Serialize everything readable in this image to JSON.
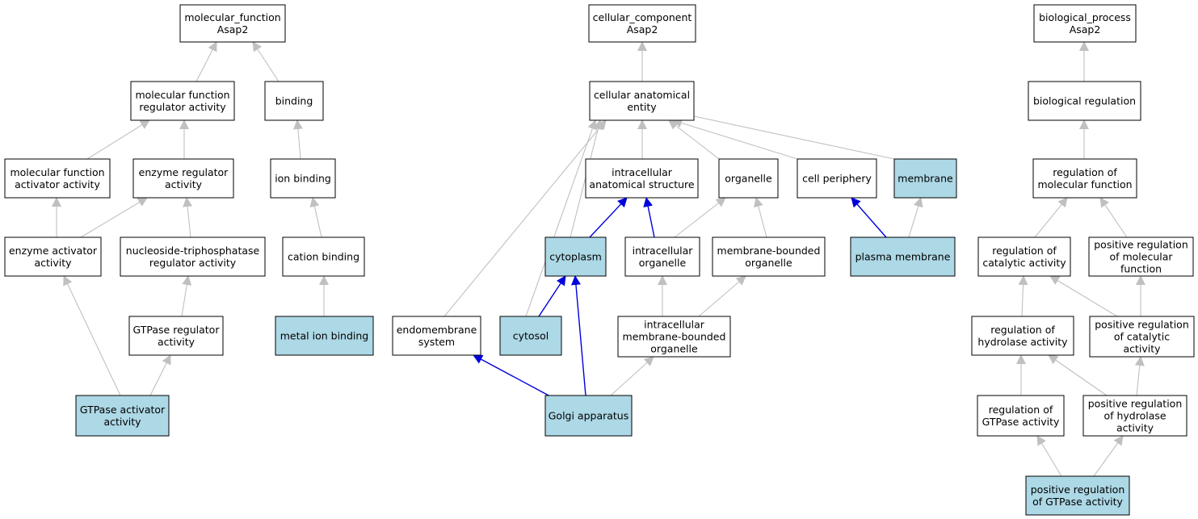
{
  "colors": {
    "node_default": "#ffffff",
    "node_highlight": "#add8e6",
    "edge_default": "#c0c0c0",
    "edge_highlight": "#0000dd"
  },
  "nodes": [
    {
      "id": "mf",
      "lines": [
        "molecular_function",
        "Asap2"
      ],
      "highlight": false
    },
    {
      "id": "mfra",
      "lines": [
        "molecular function",
        "regulator activity"
      ],
      "highlight": false
    },
    {
      "id": "binding",
      "lines": [
        "binding"
      ],
      "highlight": false
    },
    {
      "id": "mfaa",
      "lines": [
        "molecular function",
        "activator activity"
      ],
      "highlight": false
    },
    {
      "id": "era",
      "lines": [
        "enzyme regulator",
        "activity"
      ],
      "highlight": false
    },
    {
      "id": "ionb",
      "lines": [
        "ion binding"
      ],
      "highlight": false
    },
    {
      "id": "eaa",
      "lines": [
        "enzyme activator",
        "activity"
      ],
      "highlight": false
    },
    {
      "id": "ntpra",
      "lines": [
        "nucleoside-triphosphatase",
        "regulator activity"
      ],
      "highlight": false
    },
    {
      "id": "catb",
      "lines": [
        "cation binding"
      ],
      "highlight": false
    },
    {
      "id": "gtpra",
      "lines": [
        "GTPase regulator",
        "activity"
      ],
      "highlight": false
    },
    {
      "id": "metb",
      "lines": [
        "metal ion binding"
      ],
      "highlight": true
    },
    {
      "id": "gtpaa",
      "lines": [
        "GTPase activator",
        "activity"
      ],
      "highlight": true
    },
    {
      "id": "cc",
      "lines": [
        "cellular_component",
        "Asap2"
      ],
      "highlight": false
    },
    {
      "id": "cae",
      "lines": [
        "cellular anatomical",
        "entity"
      ],
      "highlight": false
    },
    {
      "id": "ias",
      "lines": [
        "intracellular",
        "anatomical structure"
      ],
      "highlight": false
    },
    {
      "id": "org",
      "lines": [
        "organelle"
      ],
      "highlight": false
    },
    {
      "id": "cper",
      "lines": [
        "cell periphery"
      ],
      "highlight": false
    },
    {
      "id": "mem",
      "lines": [
        "membrane"
      ],
      "highlight": true
    },
    {
      "id": "cyto",
      "lines": [
        "cytoplasm"
      ],
      "highlight": true
    },
    {
      "id": "iorg",
      "lines": [
        "intracellular",
        "organelle"
      ],
      "highlight": false
    },
    {
      "id": "mbo",
      "lines": [
        "membrane-bounded",
        "organelle"
      ],
      "highlight": false
    },
    {
      "id": "pm",
      "lines": [
        "plasma membrane"
      ],
      "highlight": true
    },
    {
      "id": "ems",
      "lines": [
        "endomembrane",
        "system"
      ],
      "highlight": false
    },
    {
      "id": "cytosol",
      "lines": [
        "cytosol"
      ],
      "highlight": true
    },
    {
      "id": "imbo",
      "lines": [
        "intracellular",
        "membrane-bounded",
        "organelle"
      ],
      "highlight": false
    },
    {
      "id": "golgi",
      "lines": [
        "Golgi apparatus"
      ],
      "highlight": true
    },
    {
      "id": "bp",
      "lines": [
        "biological_process",
        "Asap2"
      ],
      "highlight": false
    },
    {
      "id": "br",
      "lines": [
        "biological regulation"
      ],
      "highlight": false
    },
    {
      "id": "rmf",
      "lines": [
        "regulation of",
        "molecular function"
      ],
      "highlight": false
    },
    {
      "id": "rca",
      "lines": [
        "regulation of",
        "catalytic activity"
      ],
      "highlight": false
    },
    {
      "id": "prmf",
      "lines": [
        "positive regulation",
        "of molecular",
        "function"
      ],
      "highlight": false
    },
    {
      "id": "rha",
      "lines": [
        "regulation of",
        "hydrolase activity"
      ],
      "highlight": false
    },
    {
      "id": "prca",
      "lines": [
        "positive regulation",
        "of catalytic",
        "activity"
      ],
      "highlight": false
    },
    {
      "id": "rga",
      "lines": [
        "regulation of",
        "GTPase activity"
      ],
      "highlight": false
    },
    {
      "id": "prha",
      "lines": [
        "positive regulation",
        "of hydrolase",
        "activity"
      ],
      "highlight": false
    },
    {
      "id": "prga",
      "lines": [
        "positive regulation",
        "of GTPase activity"
      ],
      "highlight": true
    }
  ],
  "edges": [
    {
      "from": "mfra",
      "to": "mf",
      "highlight": false
    },
    {
      "from": "binding",
      "to": "mf",
      "highlight": false
    },
    {
      "from": "mfaa",
      "to": "mfra",
      "highlight": false
    },
    {
      "from": "era",
      "to": "mfra",
      "highlight": false
    },
    {
      "from": "ionb",
      "to": "binding",
      "highlight": false
    },
    {
      "from": "eaa",
      "to": "mfaa",
      "highlight": false
    },
    {
      "from": "eaa",
      "to": "era",
      "highlight": false
    },
    {
      "from": "ntpra",
      "to": "era",
      "highlight": false
    },
    {
      "from": "catb",
      "to": "ionb",
      "highlight": false
    },
    {
      "from": "gtpra",
      "to": "ntpra",
      "highlight": false
    },
    {
      "from": "metb",
      "to": "catb",
      "highlight": false
    },
    {
      "from": "gtpaa",
      "to": "eaa",
      "highlight": false
    },
    {
      "from": "gtpaa",
      "to": "gtpra",
      "highlight": false
    },
    {
      "from": "cae",
      "to": "cc",
      "highlight": false
    },
    {
      "from": "ias",
      "to": "cae",
      "highlight": false
    },
    {
      "from": "org",
      "to": "cae",
      "highlight": false
    },
    {
      "from": "cper",
      "to": "cae",
      "highlight": false
    },
    {
      "from": "mem",
      "to": "cae",
      "highlight": false
    },
    {
      "from": "cyto",
      "to": "cae",
      "highlight": false
    },
    {
      "from": "cytosol",
      "to": "cae",
      "highlight": false
    },
    {
      "from": "ems",
      "to": "cae",
      "highlight": false
    },
    {
      "from": "cyto",
      "to": "ias",
      "highlight": true
    },
    {
      "from": "iorg",
      "to": "ias",
      "highlight": true
    },
    {
      "from": "iorg",
      "to": "org",
      "highlight": false
    },
    {
      "from": "mbo",
      "to": "org",
      "highlight": false
    },
    {
      "from": "pm",
      "to": "cper",
      "highlight": true
    },
    {
      "from": "pm",
      "to": "mem",
      "highlight": false
    },
    {
      "from": "cytosol",
      "to": "cyto",
      "highlight": true
    },
    {
      "from": "imbo",
      "to": "iorg",
      "highlight": false
    },
    {
      "from": "imbo",
      "to": "mbo",
      "highlight": false
    },
    {
      "from": "golgi",
      "to": "ems",
      "highlight": true
    },
    {
      "from": "golgi",
      "to": "cyto",
      "highlight": true
    },
    {
      "from": "golgi",
      "to": "imbo",
      "highlight": false
    },
    {
      "from": "br",
      "to": "bp",
      "highlight": false
    },
    {
      "from": "rmf",
      "to": "br",
      "highlight": false
    },
    {
      "from": "rca",
      "to": "rmf",
      "highlight": false
    },
    {
      "from": "prmf",
      "to": "rmf",
      "highlight": false
    },
    {
      "from": "rha",
      "to": "rca",
      "highlight": false
    },
    {
      "from": "prca",
      "to": "rca",
      "highlight": false
    },
    {
      "from": "prca",
      "to": "prmf",
      "highlight": false
    },
    {
      "from": "rga",
      "to": "rha",
      "highlight": false
    },
    {
      "from": "prha",
      "to": "rha",
      "highlight": false
    },
    {
      "from": "prha",
      "to": "prca",
      "highlight": false
    },
    {
      "from": "prga",
      "to": "rga",
      "highlight": false
    },
    {
      "from": "prga",
      "to": "prha",
      "highlight": false
    }
  ]
}
